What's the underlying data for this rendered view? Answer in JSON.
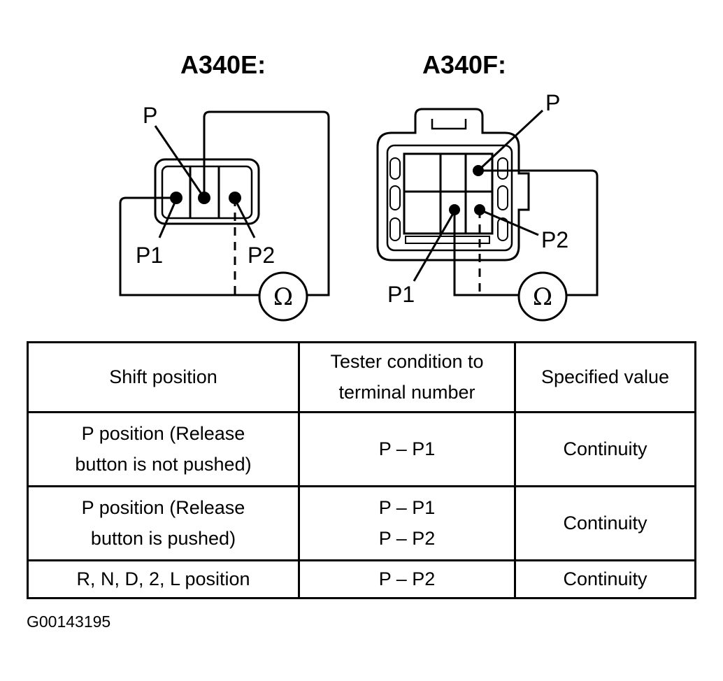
{
  "diagrams": {
    "a340e": {
      "title": "A340E:",
      "label_p": "P",
      "label_p1": "P1",
      "label_p2": "P2",
      "ohm_symbol": "Ω"
    },
    "a340f": {
      "title": "A340F:",
      "label_p": "P",
      "label_p1": "P1",
      "label_p2": "P2",
      "ohm_symbol": "Ω"
    }
  },
  "table": {
    "headers": [
      "Shift  position",
      "Tester condition to",
      "terminal  number",
      "Specified  value"
    ],
    "rows": [
      {
        "shift": [
          "P position (Release",
          "button is not pushed)"
        ],
        "terminals": [
          "P – P1"
        ],
        "value": "Continuity"
      },
      {
        "shift": [
          "P position (Release",
          "button is pushed)"
        ],
        "terminals": [
          "P – P1",
          "P – P2"
        ],
        "value": "Continuity"
      },
      {
        "shift": [
          "R, N, D, 2, L position"
        ],
        "terminals": [
          "P – P2"
        ],
        "value": "Continuity"
      }
    ]
  },
  "figure_code": "G00143195"
}
